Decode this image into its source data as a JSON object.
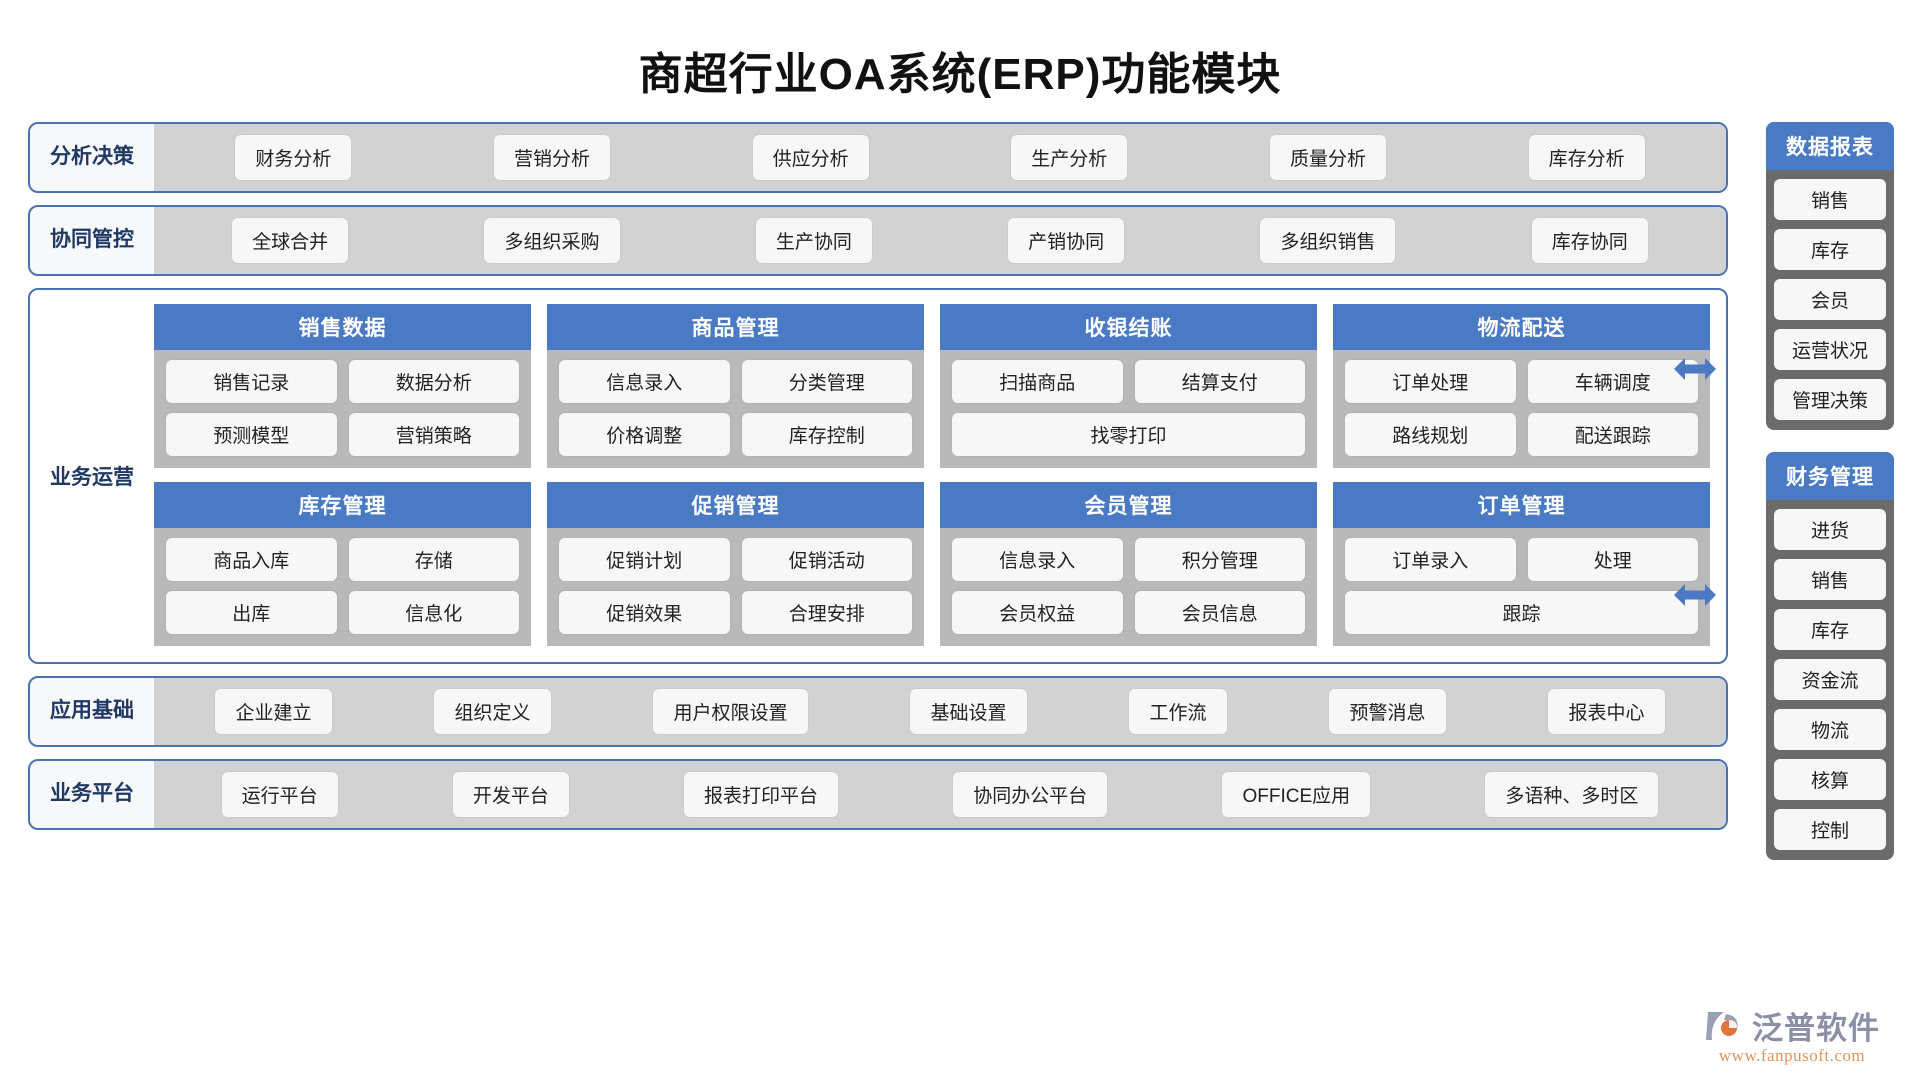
{
  "page_title": "商超行业OA系统(ERP)功能模块",
  "colors": {
    "accent_blue": "#4a7ac4",
    "border_blue": "#4a73b5",
    "label_navy": "#1f3864",
    "band_gray": "#d2d2d2",
    "card_gray": "#b9b9b9",
    "sidebar_gray": "#6b6b6b",
    "pill_white": "#f7f7f7"
  },
  "bands": [
    {
      "label": "分析决策",
      "items": [
        "财务分析",
        "营销分析",
        "供应分析",
        "生产分析",
        "质量分析",
        "库存分析"
      ]
    },
    {
      "label": "协同管控",
      "items": [
        "全球合并",
        "多组织采购",
        "生产协同",
        "产销协同",
        "多组织销售",
        "库存协同"
      ]
    }
  ],
  "operations": {
    "label": "业务运营",
    "cards": [
      {
        "title": "销售数据",
        "items": [
          "销售记录",
          "数据分析",
          "预测模型",
          "营销策略"
        ]
      },
      {
        "title": "商品管理",
        "items": [
          "信息录入",
          "分类管理",
          "价格调整",
          "库存控制"
        ]
      },
      {
        "title": "收银结账",
        "items": [
          "扫描商品",
          "结算支付",
          "找零打印"
        ]
      },
      {
        "title": "物流配送",
        "items": [
          "订单处理",
          "车辆调度",
          "路线规划",
          "配送跟踪"
        ]
      },
      {
        "title": "库存管理",
        "items": [
          "商品入库",
          "存储",
          "出库",
          "信息化"
        ]
      },
      {
        "title": "促销管理",
        "items": [
          "促销计划",
          "促销活动",
          "促销效果",
          "合理安排"
        ]
      },
      {
        "title": "会员管理",
        "items": [
          "信息录入",
          "积分管理",
          "会员权益",
          "会员信息"
        ]
      },
      {
        "title": "订单管理",
        "items": [
          "订单录入",
          "处理",
          "跟踪"
        ]
      }
    ]
  },
  "footer_bands": [
    {
      "label": "应用基础",
      "items": [
        "企业建立",
        "组织定义",
        "用户权限设置",
        "基础设置",
        "工作流",
        "预警消息",
        "报表中心"
      ]
    },
    {
      "label": "业务平台",
      "items": [
        "运行平台",
        "开发平台",
        "报表打印平台",
        "协同办公平台",
        "OFFICE应用",
        "多语种、多时区"
      ]
    }
  ],
  "sidebar": {
    "panels": [
      {
        "title": "数据报表",
        "items": [
          "销售",
          "库存",
          "会员",
          "运营状况",
          "管理决策"
        ]
      },
      {
        "title": "财务管理",
        "items": [
          "进货",
          "销售",
          "库存",
          "资金流",
          "物流",
          "核算",
          "控制"
        ]
      }
    ]
  },
  "logo": {
    "name": "泛普软件",
    "url": "www.fanpusoft.com"
  }
}
